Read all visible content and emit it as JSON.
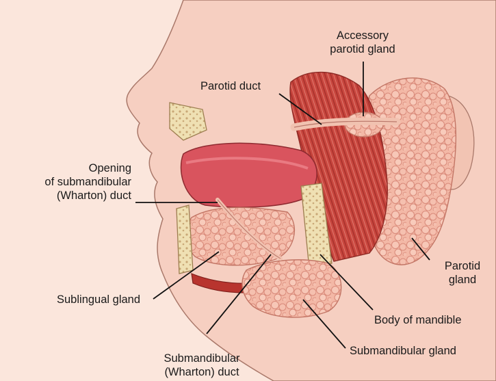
{
  "colors": {
    "background": "#fbe6dc",
    "skin": "#f6cfc1",
    "muscle": "#c9473f",
    "tongue": "#d9545e",
    "gland": "#f3b8a6",
    "bone": "#efe0b3",
    "leader": "#111111"
  },
  "labels": {
    "accessory_parotid": {
      "line1": "Accessory",
      "line2": "parotid gland"
    },
    "parotid_duct": "Parotid duct",
    "opening_submandibular": {
      "line1": "Opening",
      "line2": "of submandibular",
      "line3": "(Wharton) duct"
    },
    "parotid_gland": {
      "line1": "Parotid",
      "line2": "gland"
    },
    "sublingual_gland": "Sublingual gland",
    "body_of_mandible": "Body of mandible",
    "submandibular_gland": "Submandibular gland",
    "submandibular_duct": {
      "line1": "Submandibular",
      "line2": "(Wharton) duct"
    }
  }
}
